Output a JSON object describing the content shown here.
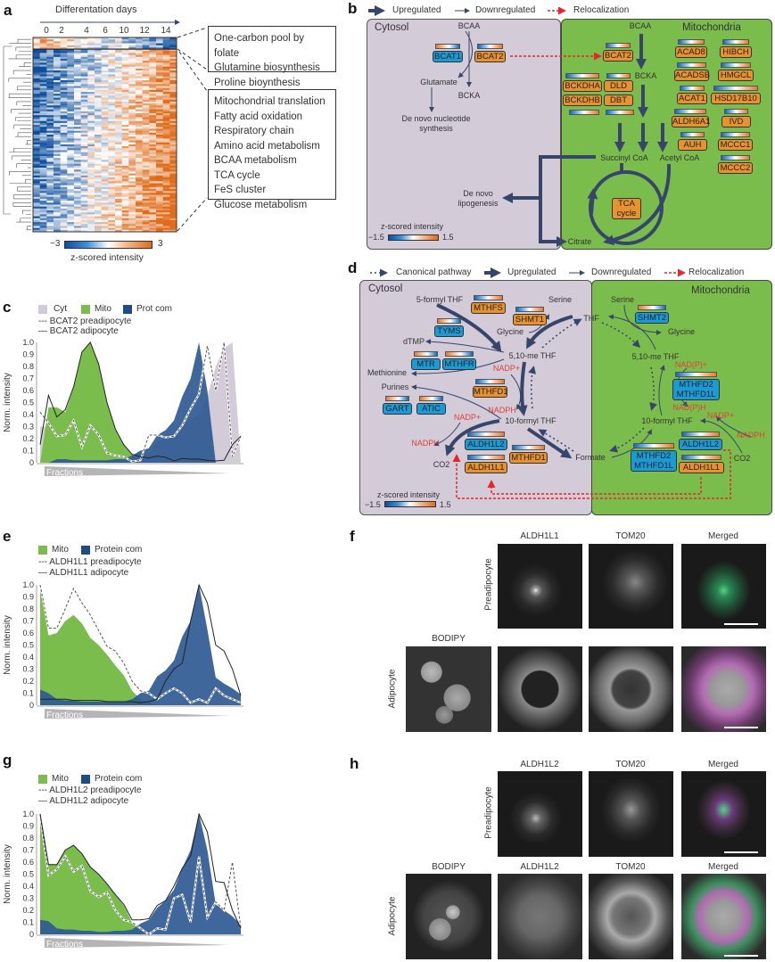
{
  "panel_labels": {
    "a": "a",
    "b": "b",
    "c": "c",
    "d": "d",
    "e": "e",
    "f": "f",
    "g": "g",
    "h": "h"
  },
  "a": {
    "axis_title": "Differentation days",
    "days": [
      "0",
      "2",
      "4",
      "6",
      "10",
      "12",
      "14"
    ],
    "top_cluster_terms": [
      "One-carbon pool by folate",
      "Glutamine biosynthesis",
      "Proline bioynthesis"
    ],
    "bottom_cluster_terms": [
      "Mitochondrial translation",
      "Fatty acid oxidation",
      "Respiratory chain",
      "Amino acid metabolism",
      "BCAA metabolism",
      "TCA cycle",
      "FeS cluster",
      "Glucose metabolism"
    ],
    "colorbar": {
      "min": "−3",
      "max": "3",
      "label": "z-scored intensity"
    },
    "colors": {
      "low": "#0d4f9c",
      "mid": "#ffffff",
      "high": "#e06b1a"
    }
  },
  "b": {
    "legend": {
      "up": "Upregulated",
      "down": "Downregulated",
      "reloc": "Relocalization"
    },
    "cytosol": "Cytosol",
    "mitochondria": "Mitochondria",
    "labels": {
      "bcaa_c": "BCAA",
      "bcaa_m": "BCAA",
      "glutamate": "Glutamate",
      "bcka_c": "BCKA",
      "bcka_m": "BCKA",
      "nucleotide1": "De novo nucleotide",
      "nucleotide2": "synthesis",
      "lipo1": "De novo",
      "lipo2": "lipogenesis",
      "succinyl": "Succinyl CoA",
      "acetyl": "Acetyl CoA",
      "citrate": "Citrate",
      "tca1": "TCA",
      "tca2": "cycle"
    },
    "genes": [
      "BCAT1",
      "BCAT2",
      "BCAT2",
      "BCKDHA",
      "DLD",
      "BCKDHB",
      "DBT",
      "ACAD8",
      "HIBCH",
      "ACADSB",
      "HMGCL",
      "ACAT1",
      "HSD17B10",
      "ALDH6A1",
      "IVD",
      "AUH",
      "MCCC1",
      "MCCC2"
    ],
    "colorbar": {
      "label": "z-scored intensity",
      "min": "−1.5",
      "max": "1.5"
    },
    "colors": {
      "up_gene": "#e8912f",
      "down_gene": "#1c9ad6",
      "cytosol": "#d3cbd8",
      "mito": "#7bbd4d",
      "arrow": "#36466a",
      "reloc": "#e8262a"
    }
  },
  "d": {
    "legend": {
      "canonical": "Canonical pathway",
      "up": "Upregulated",
      "down": "Downregulated",
      "reloc": "Relocalization"
    },
    "cytosol": "Cytosol",
    "mitochondria": "Mitochondria",
    "labels": {
      "formyl5": "5-formyl THF",
      "serine_c": "Serine",
      "glycine_c": "Glycine",
      "thf": "THF",
      "dtmp": "dTMP",
      "me_thf_c": "5,10-me THF",
      "methionine": "Methionine",
      "nadp_plus_1": "NADP+",
      "purines": "Purines",
      "nadph_1": "NADPH",
      "nadp_plus_2": "NADP+",
      "formyl10_c": "10-formyl THF",
      "nadph_2": "NADPH",
      "co2_c": "CO2",
      "formate": "Formate",
      "serine_m": "Serine",
      "glycine_m": "Glycine",
      "me_thf_m": "5,10-me THF",
      "nadp_p_plus": "NAD(P)+",
      "nadp_h": "NAD(P)H",
      "formyl10_m": "10-formyl THF",
      "nadp_plus_3": "NADP+",
      "nadph_3": "NADPH",
      "co2_m": "CO2"
    },
    "genes": {
      "mthfs": "MTHFS",
      "shmt1": "SHMT1",
      "tyms": "TYMS",
      "mtr": "MTR",
      "mthfr": "MTHFR",
      "mthfd1_a": "MTHFD1",
      "gart": "GART",
      "atic": "ATIC",
      "aldh1l2_c": "ALDH1L2",
      "mthfd1_b": "MTHFD1",
      "aldh1l1_c": "ALDH1L1",
      "shmt2": "SHMT2",
      "mthfd2_a": "MTHFD2",
      "mthfd1l_a": "MTHFD1L",
      "aldh1l2_m": "ALDH1L2",
      "mthfd2_b": "MTHFD2",
      "mthfd1l_b": "MTHFD1L",
      "aldh1l1_m": "ALDH1L1"
    },
    "colorbar": {
      "label": "z-scored intensity",
      "min": "−1.5",
      "max": "1.5"
    }
  },
  "f": {
    "headers": [
      "ALDH1L1",
      "TOM20",
      "Merged"
    ],
    "row1": "Preadipocyte",
    "row2": "Adipocyte",
    "bodipy": "BODIPY"
  },
  "h": {
    "headers": [
      "ALDH1L2",
      "TOM20",
      "Merged"
    ],
    "row1": "Preadipocyte",
    "row2": "Adipocyte",
    "row2_headers": [
      "BODIPY",
      "ALDH1L2",
      "TOM20",
      "Merged"
    ]
  },
  "chart_data": [
    {
      "id": "c",
      "type": "area",
      "legend": [
        "Cyt",
        "Mito",
        "Prot com",
        "BCAT2 preadipocyte",
        "BCAT2 adipocyte"
      ],
      "xlabel": "Fractions",
      "ylabel": "Norm. intensity",
      "yticks": [
        "0",
        "0.1",
        "0.2",
        "0.3",
        "0.4",
        "0.5",
        "0.6",
        "0.7",
        "0.8",
        "0.9",
        "1.0"
      ],
      "ylim": [
        0,
        1
      ],
      "x": [
        1,
        2,
        3,
        4,
        5,
        6,
        7,
        8,
        9,
        10,
        11,
        12,
        13,
        14,
        15,
        16,
        17,
        18,
        19,
        20,
        21,
        22,
        23,
        24,
        25
      ],
      "series": [
        {
          "name": "Cyt",
          "kind": "area",
          "color": "#d3cbd8",
          "values": [
            0.3,
            0.3,
            0.15,
            0.02,
            0.02,
            0.02,
            0.02,
            0.02,
            0.02,
            0.02,
            0.03,
            0.06,
            0.1,
            0.08,
            0.17,
            0.2,
            0.24,
            0.32,
            0.36,
            0.4,
            0.55,
            0.8,
            0.95,
            1.0,
            0
          ]
        },
        {
          "name": "Mito",
          "kind": "area",
          "color": "#7bbd4d",
          "values": [
            0,
            0.46,
            0.46,
            0.42,
            0.62,
            0.92,
            1.0,
            0.82,
            0.5,
            0.28,
            0.15,
            0.07,
            0,
            0,
            0,
            0,
            0,
            0,
            0,
            0,
            0,
            0,
            0,
            0,
            0
          ]
        },
        {
          "name": "Prot com",
          "kind": "area",
          "color": "#2f5a92",
          "values": [
            0,
            0,
            0.03,
            0.03,
            0.02,
            0.02,
            0.02,
            0.02,
            0.02,
            0.03,
            0.03,
            0.06,
            0.1,
            0.12,
            0.23,
            0.27,
            0.35,
            0.55,
            0.7,
            1.0,
            0.6,
            0,
            0,
            0,
            0
          ]
        },
        {
          "name": "BCAT2 preadipocyte",
          "kind": "dashed",
          "color": "#555555",
          "values": [
            0.42,
            0.33,
            0.22,
            0.23,
            0.35,
            0.13,
            0.31,
            0.23,
            0.08,
            0.06,
            0.05,
            0.01,
            0.02,
            0.23,
            0.23,
            0.21,
            0.22,
            0.31,
            0.45,
            0.57,
            0.97,
            0.6,
            1.0,
            0.05,
            0.22
          ]
        },
        {
          "name": "BCAT2 adipocyte",
          "kind": "solid",
          "color": "#222222",
          "values": [
            0.15,
            0.56,
            0.38,
            0.44,
            0.63,
            0.92,
            1.0,
            0.82,
            0.5,
            0.28,
            0.15,
            0.07,
            0.05,
            0.04,
            0.055,
            0.045,
            0.015,
            0.035,
            0.03,
            0.03,
            0.02,
            0.015,
            0.02,
            0.15,
            0.22
          ]
        }
      ]
    },
    {
      "id": "e",
      "type": "area",
      "legend": [
        "Mito",
        "Protein com",
        "ALDH1L1 preadipocyte",
        "ALDH1L1 adipocyte"
      ],
      "xlabel": "Fractions",
      "ylabel": "Norm. intensity",
      "yticks": [
        "0",
        "0.1",
        "0.2",
        "0.3",
        "0.4",
        "0.5",
        "0.6",
        "0.7",
        "0.8",
        "0.9",
        "1.0"
      ],
      "ylim": [
        0,
        1
      ],
      "x": [
        1,
        2,
        3,
        4,
        5,
        6,
        7,
        8,
        9,
        10,
        11,
        12,
        13,
        14,
        15,
        16,
        17,
        18,
        19,
        20,
        21,
        22,
        23,
        24,
        25
      ],
      "series": [
        {
          "name": "Mito",
          "kind": "area",
          "color": "#7bbd4d",
          "values": [
            1.0,
            0.58,
            0.6,
            0.7,
            0.75,
            0.68,
            0.56,
            0.5,
            0.42,
            0.33,
            0.25,
            0.12,
            0.05,
            0.02,
            0,
            0,
            0,
            0,
            0,
            0,
            0,
            0,
            0,
            0,
            0
          ]
        },
        {
          "name": "Protein com",
          "kind": "area",
          "color": "#2f5a92",
          "values": [
            0.13,
            0.1,
            0.05,
            0.04,
            0.04,
            0.03,
            0.03,
            0.03,
            0.03,
            0.03,
            0.03,
            0.05,
            0.1,
            0.12,
            0.24,
            0.29,
            0.37,
            0.57,
            0.7,
            1.0,
            0.63,
            0.23,
            0.18,
            0.14,
            0.09
          ]
        },
        {
          "name": "ALDH1L1 preadipocyte",
          "kind": "dashed",
          "color": "#555555",
          "values": [
            1.0,
            0.64,
            0.64,
            0.8,
            0.97,
            0.85,
            0.75,
            0.62,
            0.49,
            0.45,
            0.35,
            0.2,
            0.12,
            0.1,
            0.05,
            0.1,
            0.14,
            0.1,
            0.02,
            0.05,
            0.02,
            0.14,
            0.08,
            0.05,
            0.02
          ]
        },
        {
          "name": "ALDH1L1 adipocyte",
          "kind": "solid",
          "color": "#222222",
          "values": [
            0.05,
            0.05,
            0.05,
            0.05,
            0.04,
            0.04,
            0.04,
            0.04,
            0.03,
            0.03,
            0.03,
            0.03,
            0.02,
            0.03,
            0.05,
            0.2,
            0.3,
            0.35,
            0.7,
            1.0,
            0.85,
            0.5,
            0.45,
            0.3,
            0.08
          ]
        }
      ]
    },
    {
      "id": "g",
      "type": "area",
      "legend": [
        "Mito",
        "Protein com",
        "ALDH1L2 preadipocyte",
        "ALDH1L2 adipocyte"
      ],
      "xlabel": "Fractions",
      "ylabel": "Norm. intensity",
      "yticks": [
        "0",
        "0.1",
        "0.2",
        "0.3",
        "0.4",
        "0.5",
        "0.6",
        "0.7",
        "0.8",
        "0.9",
        "1.0"
      ],
      "ylim": [
        0,
        1
      ],
      "x": [
        1,
        2,
        3,
        4,
        5,
        6,
        7,
        8,
        9,
        10,
        11,
        12,
        13,
        14,
        15,
        16,
        17,
        18,
        19,
        20,
        21,
        22,
        23,
        24,
        25
      ],
      "series": [
        {
          "name": "Mito",
          "kind": "area",
          "color": "#7bbd4d",
          "values": [
            1.0,
            0.58,
            0.58,
            0.7,
            0.74,
            0.67,
            0.56,
            0.5,
            0.42,
            0.33,
            0.24,
            0.1,
            0.05,
            0,
            0,
            0,
            0,
            0,
            0,
            0,
            0,
            0,
            0,
            0,
            0
          ]
        },
        {
          "name": "Protein com",
          "kind": "area",
          "color": "#2f5a92",
          "values": [
            0.12,
            0.11,
            0.05,
            0.04,
            0.04,
            0.03,
            0.03,
            0.02,
            0.02,
            0.03,
            0.03,
            0.04,
            0.09,
            0.12,
            0.22,
            0.28,
            0.37,
            0.55,
            0.7,
            1.0,
            0.7,
            0.25,
            0.2,
            0.15,
            0.08
          ]
        },
        {
          "name": "ALDH1L2 preadipocyte",
          "kind": "dashed",
          "color": "#555555",
          "values": [
            1.0,
            0.49,
            0.54,
            0.65,
            0.52,
            0.57,
            0.36,
            0.31,
            0.35,
            0.2,
            0.12,
            0.1,
            0.05,
            0,
            0.05,
            0.04,
            0.3,
            0.33,
            0.1,
            0.65,
            0.14,
            0.27,
            0.2,
            0.6,
            0.05
          ]
        },
        {
          "name": "ALDH1L2 adipocyte",
          "kind": "solid",
          "color": "#222222",
          "values": [
            1.0,
            0.58,
            0.58,
            0.7,
            0.74,
            0.67,
            0.56,
            0.5,
            0.42,
            0.33,
            0.25,
            0.12,
            0.12,
            0.13,
            0.24,
            0.28,
            0.4,
            0.55,
            0.65,
            1.0,
            0.85,
            0.44,
            0.43,
            0.2,
            0.05
          ]
        }
      ]
    }
  ]
}
